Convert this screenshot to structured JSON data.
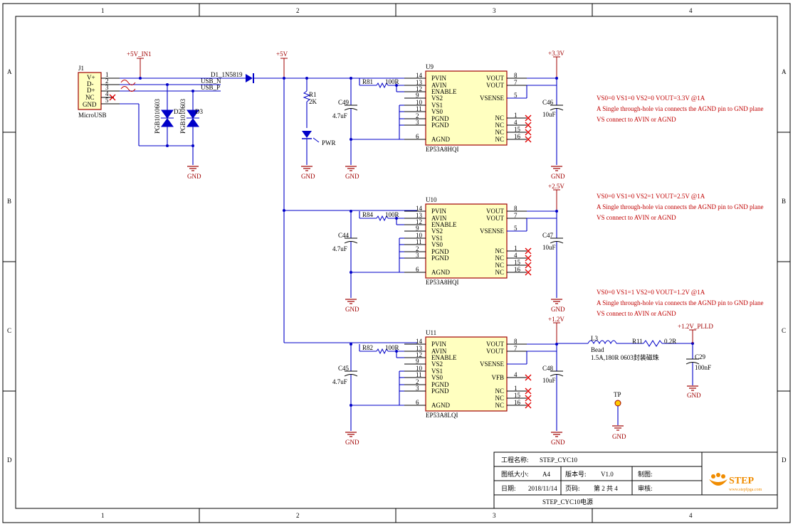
{
  "frame": {
    "columns": [
      "1",
      "2",
      "3",
      "4"
    ],
    "rows": [
      "A",
      "B",
      "C",
      "D"
    ]
  },
  "usb": {
    "ref": "J1",
    "pins": [
      "V+",
      "D-",
      "D+",
      "NC",
      "GND"
    ],
    "pin_nums": [
      "1",
      "2",
      "3",
      "4",
      "5"
    ],
    "part": "MicroUSB",
    "power_net": "+5V_IN1",
    "net_dn": "USB_N",
    "net_dp": "USB_P",
    "diode": "D1_1N5819",
    "tvs": [
      {
        "ref": "D2",
        "part": "PGB1010603"
      },
      {
        "ref": "D3",
        "part": "PGB1010603"
      }
    ],
    "gnd": "GND"
  },
  "pwr_led": {
    "rail": "+5V",
    "r_ref": "R1",
    "r_val": "2K",
    "led_label": "PWR",
    "gnd": "GND"
  },
  "regulators": [
    {
      "ref": "U9",
      "part": "EP53A8HQI",
      "left_pins": [
        "PVIN",
        "AVIN",
        "ENABLE",
        "VS2",
        "VS1",
        "VS0",
        "PGND",
        "PGND",
        "AGND"
      ],
      "left_nums": [
        "14",
        "13",
        "12",
        "9",
        "10",
        "11",
        "2",
        "3",
        "6"
      ],
      "right_pins": [
        "VOUT",
        "VOUT",
        "VSENSE",
        "NC",
        "NC",
        "NC",
        "NC"
      ],
      "right_nums": [
        "8",
        "7",
        "5",
        "1",
        "4",
        "15",
        "16"
      ],
      "r_ref": "R81",
      "r_val": "100R",
      "cin_ref": "C49",
      "cin_val": "4.7uF",
      "cout_ref": "C46",
      "cout_val": "10uF",
      "out_net": "+3.3V",
      "notes": [
        "VS0=0 VS1=0 VS2=0 VOUT=3.3V @1A",
        "A Single through-hole via connects the AGND pin to GND plane",
        "VS connect to AVIN or AGND"
      ],
      "gnd": "GND"
    },
    {
      "ref": "U10",
      "part": "EP53A8HQI",
      "left_pins": [
        "PVIN",
        "AVIN",
        "ENABLE",
        "VS2",
        "VS1",
        "VS0",
        "PGND",
        "PGND",
        "AGND"
      ],
      "left_nums": [
        "14",
        "13",
        "12",
        "9",
        "10",
        "11",
        "2",
        "3",
        "6"
      ],
      "right_pins": [
        "VOUT",
        "VOUT",
        "VSENSE",
        "NC",
        "NC",
        "NC",
        "NC"
      ],
      "right_nums": [
        "8",
        "7",
        "5",
        "1",
        "4",
        "15",
        "16"
      ],
      "r_ref": "R84",
      "r_val": "100R",
      "cin_ref": "C44",
      "cin_val": "4.7uF",
      "cout_ref": "C47",
      "cout_val": "10uF",
      "out_net": "+2.5V",
      "notes": [
        "VS0=0 VS1=0 VS2=1 VOUT=2.5V @1A",
        "A Single through-hole via connects the AGND pin to GND plane",
        "VS connect to AVIN or AGND"
      ],
      "gnd": "GND"
    },
    {
      "ref": "U11",
      "part": "EP53A8LQI",
      "left_pins": [
        "PVIN",
        "AVIN",
        "ENABLE",
        "VS2",
        "VS1",
        "VS0",
        "PGND",
        "PGND",
        "AGND"
      ],
      "left_nums": [
        "14",
        "13",
        "12",
        "9",
        "10",
        "11",
        "2",
        "3",
        "6"
      ],
      "right_pins": [
        "VOUT",
        "VOUT",
        "VSENSE",
        "VFB",
        "NC",
        "NC",
        "NC"
      ],
      "right_nums": [
        "8",
        "7",
        "",
        "4",
        "1",
        "15",
        "16"
      ],
      "r_ref": "R82",
      "r_val": "100R",
      "cin_ref": "C45",
      "cin_val": "4.7uF",
      "cout_ref": "C48",
      "cout_val": "10uF",
      "out_net": "+1.2V",
      "notes": [
        "VS0=0 VS1=1 VS2=0 VOUT=1.2V @1A",
        "A Single through-hole via connects the AGND pin to GND plane",
        "VS connect to AVIN or AGND"
      ],
      "gnd": "GND"
    }
  ],
  "pll_filter": {
    "l_ref": "L3",
    "l_type": "Bead",
    "l_desc": "1.5A,180R 0603封装磁珠",
    "r_ref": "R11",
    "r_val": "0.2R",
    "net": "+1.2V_PLLD",
    "c_ref": "C29",
    "c_val": "100nF",
    "gnd": "GND"
  },
  "testpoint": {
    "ref": "TP",
    "gnd": "GND"
  },
  "title_block": {
    "project_label": "工程名称:",
    "project": "STEP_CYC10",
    "size_label": "图纸大小:",
    "size": "A4",
    "version_label": "版本号:",
    "version": "V1.0",
    "drawn_label": "制图:",
    "date_label": "日期:",
    "date": "2018/11/14",
    "page_label": "页码:",
    "page": "第 2 共 4",
    "check_label": "审核:",
    "logo": "STEP",
    "logo_url": "www.stepfpga.com",
    "sheet_name": "STEP_CYC10电源"
  }
}
